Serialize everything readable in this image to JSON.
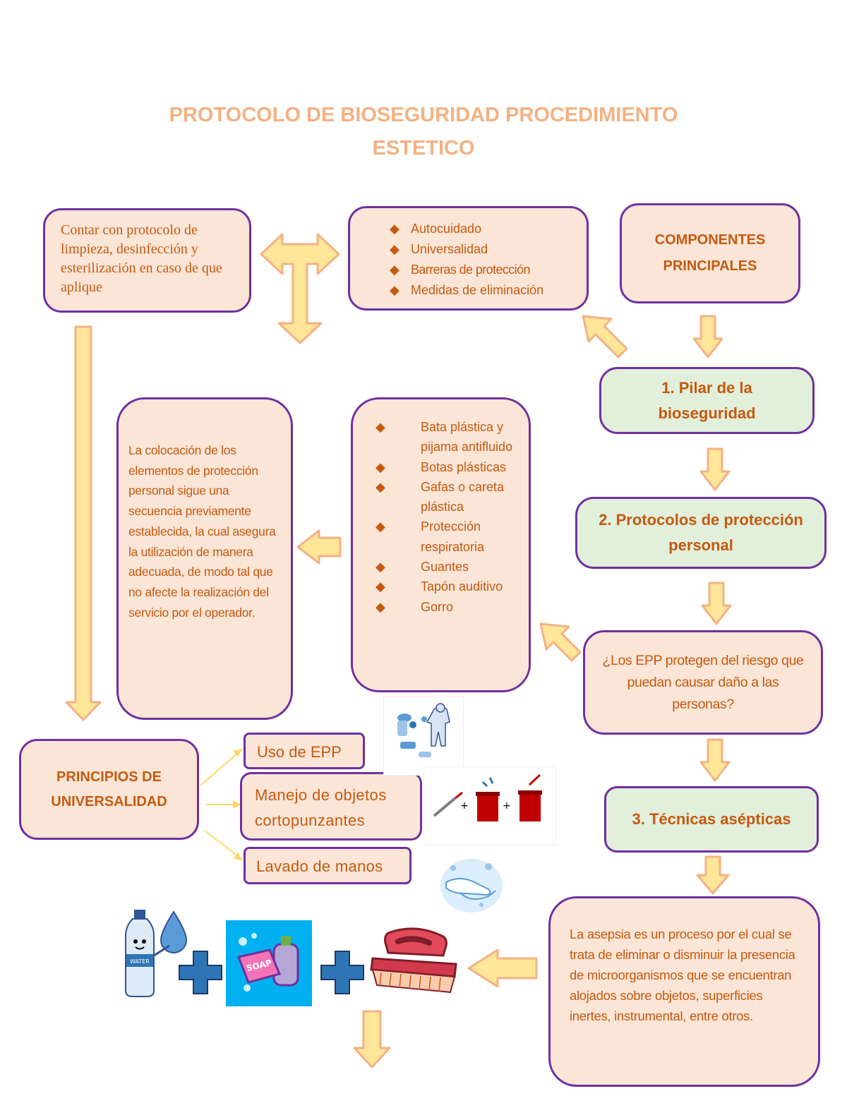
{
  "title": {
    "line1": "PROTOCOLO DE BIOSEGURIDAD PROCEDIMIENTO",
    "line2": "ESTETICO"
  },
  "colors": {
    "box_border": "#7030a0",
    "box_fill": "#fbe5d6",
    "box_fill_green": "#e2efda",
    "text": "#c55a11",
    "title": "#f4b183",
    "arrow_fill": "#ffe699",
    "arrow_stroke": "#f4b183"
  },
  "boxes": {
    "protocolo_limpieza": "Contar con protocolo de limpieza, desinfección y esterilización en caso de que aplique",
    "pilares_list": [
      "Autocuidado",
      "Universalidad",
      "Barreras de protección",
      "Medidas de eliminación"
    ],
    "componentes": "COMPONENTES PRINCIPALES",
    "pilar": "1.  Pilar de la bioseguridad",
    "protocolos_proteccion": "2. Protocolos de protección personal",
    "secuencia": "La colocación de los elementos de protección personal sigue una secuencia previamente establecida, la cual asegura la utilización de manera adecuada, de modo tal que no afecte la realización del servicio por el operador.",
    "epp_list": [
      "Bata plástica y pijama antifluido",
      "Botas plásticas",
      "Gafas o careta plástica",
      "Protección respiratoria",
      "Guantes",
      "Tapón auditivo",
      "Gorro"
    ],
    "pregunta_epp": "¿Los EPP protegen del riesgo que puedan causar daño a las personas?",
    "principios": "PRINCIPIOS DE UNIVERSALIDAD",
    "uso_epp": "Uso de EPP",
    "manejo_objetos": "Manejo de objetos cortopunzantes",
    "lavado_manos": "Lavado de manos",
    "tecnicas": "3. Técnicas asépticas",
    "asepsia": "La asepsia es un proceso por el cual se trata de eliminar o disminuir la presencia de microorganismos que se encuentran alojados sobre objetos, superficies inertes, instrumental, entre otros."
  },
  "images": {
    "water_label": "WATER",
    "soap_label": "SOAP"
  },
  "icons": [
    "diamond-bullet-icon",
    "ppe-equipment-icon",
    "sharps-disposal-icon",
    "handwashing-icon",
    "water-bottle-icon",
    "soap-icon",
    "scrub-brush-icon",
    "plus-icon"
  ]
}
